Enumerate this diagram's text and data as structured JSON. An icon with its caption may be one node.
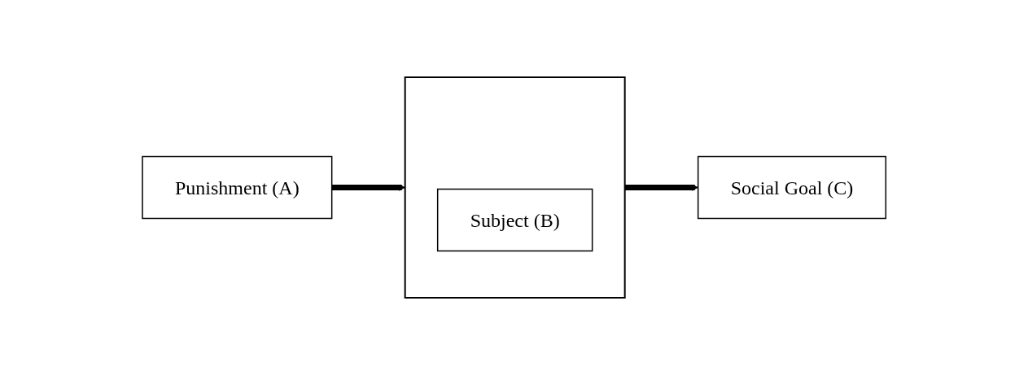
{
  "diagram": {
    "nodes": [
      {
        "text": [
          "Punishment (A)"
        ]
      },
      {
        "text": [],
        "shape": "box"
      },
      {
        "text": [
          "Subject (B)"
        ],
        "in": 1
      },
      {
        "text": [
          "Social Goal (C)"
        ]
      }
    ],
    "edges": [
      {
        "from": 0,
        "to": 1,
        "arrow": "to"
      },
      {
        "from": 1,
        "to": 3,
        "arrow": "to"
      }
    ]
  }
}
